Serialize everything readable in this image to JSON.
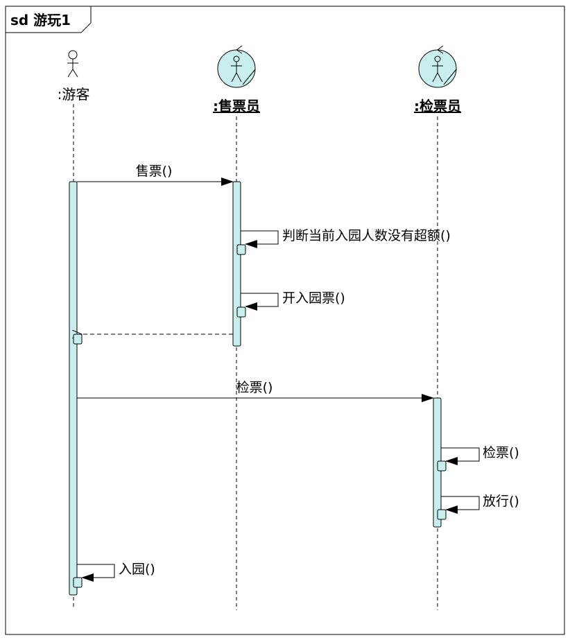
{
  "frame": {
    "title": "sd 游玩1"
  },
  "participants": [
    {
      "id": "visitor",
      "name": ":游客",
      "kind": "actor"
    },
    {
      "id": "seller",
      "name": ":售票员",
      "kind": "control"
    },
    {
      "id": "checker",
      "name": ":检票员",
      "kind": "control"
    }
  ],
  "messages": [
    {
      "id": "m1",
      "label": "售票()",
      "from": "visitor",
      "to": "seller",
      "type": "sync"
    },
    {
      "id": "m2",
      "label": "判断当前入园人数没有超额()",
      "from": "seller",
      "to": "seller",
      "type": "self"
    },
    {
      "id": "m3",
      "label": "开入园票()",
      "from": "seller",
      "to": "seller",
      "type": "self"
    },
    {
      "id": "m4",
      "label": "",
      "from": "seller",
      "to": "visitor",
      "type": "return"
    },
    {
      "id": "m5",
      "label": "检票()",
      "from": "visitor",
      "to": "checker",
      "type": "sync"
    },
    {
      "id": "m6",
      "label": "检票()",
      "from": "checker",
      "to": "checker",
      "type": "self"
    },
    {
      "id": "m7",
      "label": "放行()",
      "from": "checker",
      "to": "checker",
      "type": "self"
    },
    {
      "id": "m8",
      "label": "入园()",
      "from": "visitor",
      "to": "visitor",
      "type": "self"
    }
  ],
  "colors": {
    "activation_fill": "#c8eeee",
    "line": "#000000",
    "background": "#ffffff"
  }
}
